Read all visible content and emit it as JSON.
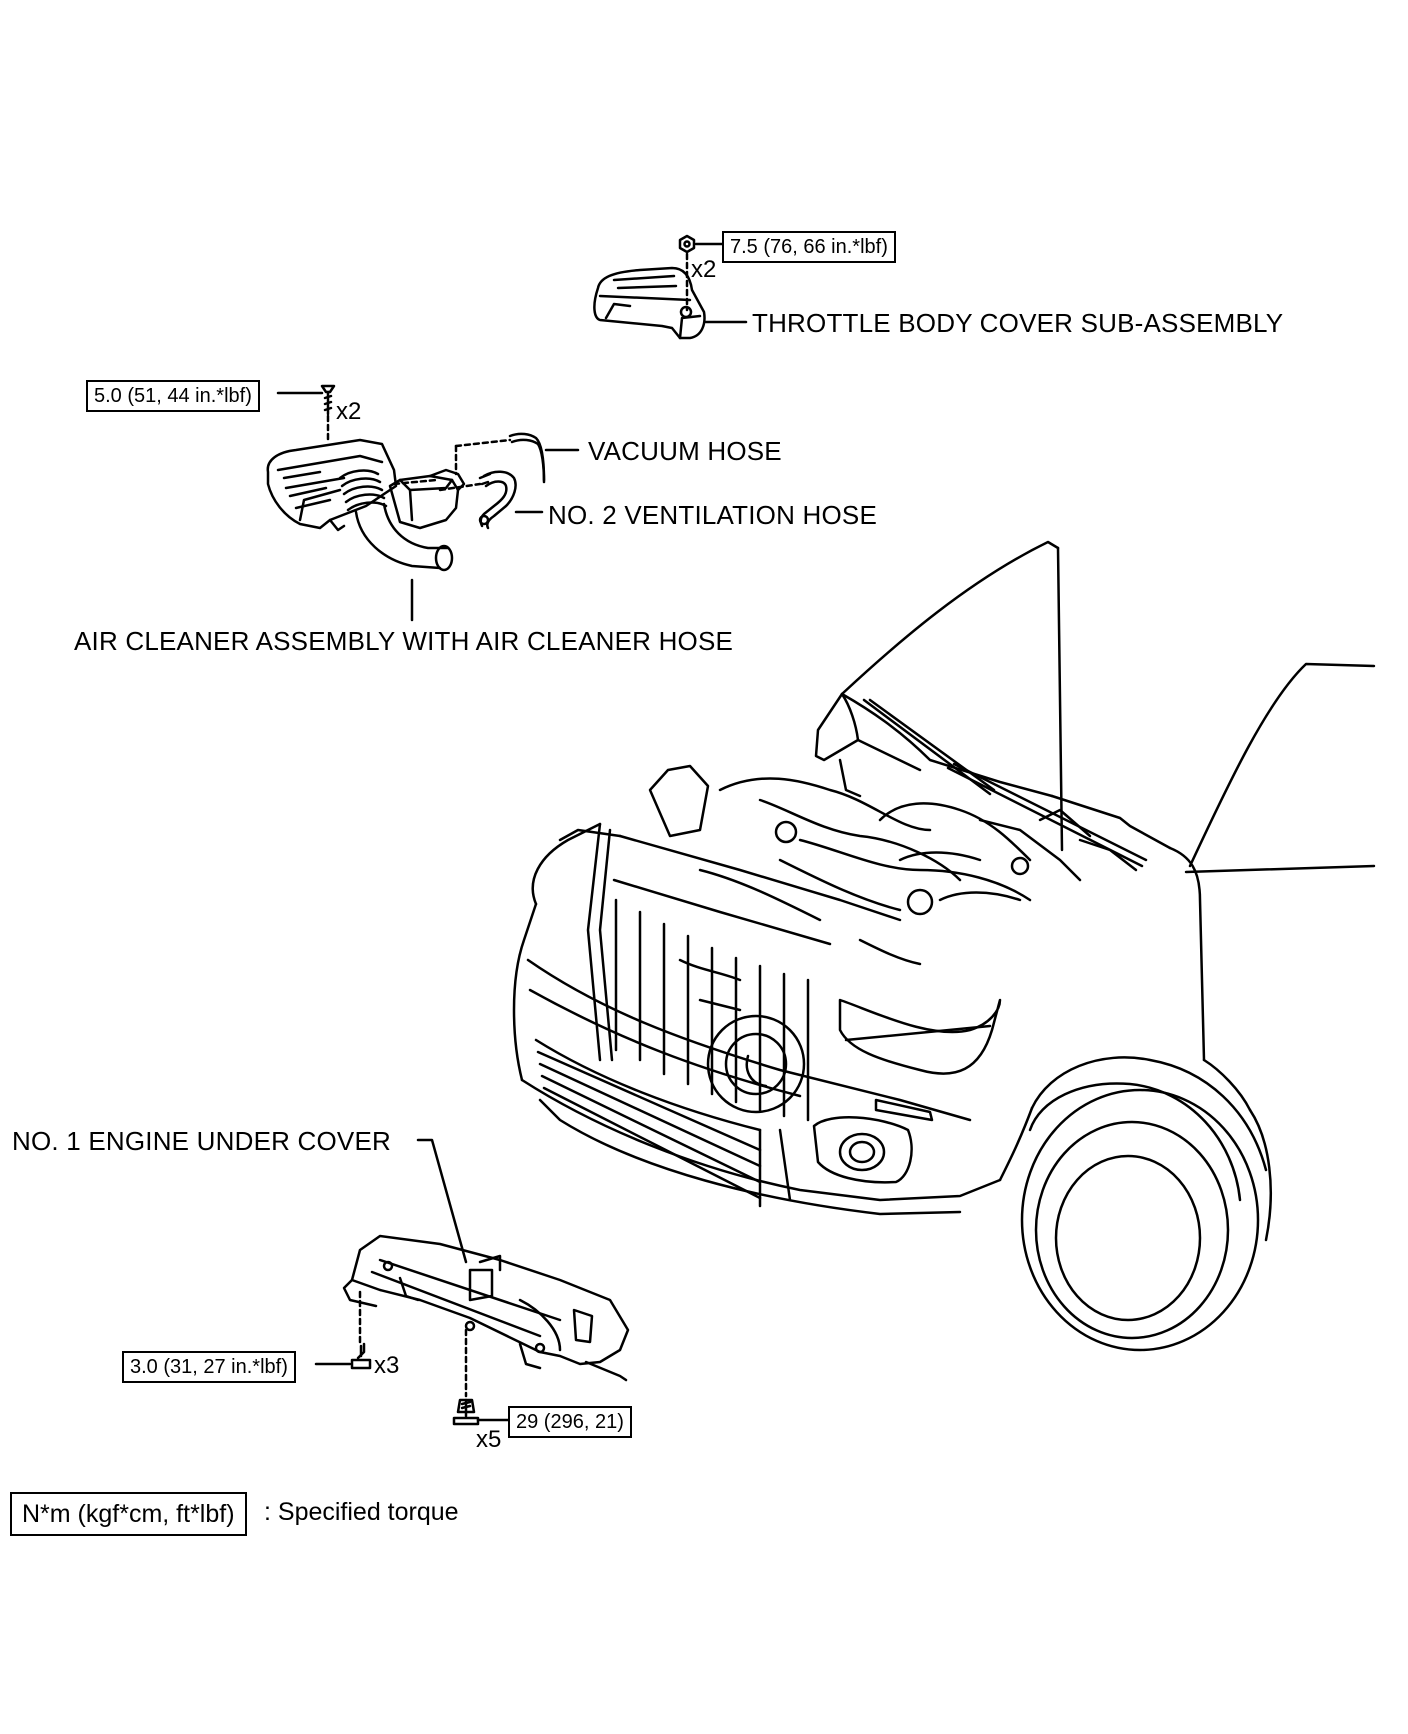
{
  "labels": {
    "throttle_cover": "THROTTLE BODY COVER SUB-ASSEMBLY",
    "vacuum_hose": "VACUUM HOSE",
    "ventilation_hose": "NO. 2 VENTILATION HOSE",
    "air_cleaner": "AIR CLEANER ASSEMBLY WITH AIR CLEANER HOSE",
    "under_cover": "NO. 1 ENGINE UNDER COVER"
  },
  "torques": {
    "throttle_nut": "7.5 (76, 66 in.*lbf)",
    "air_cleaner_bolt": "5.0 (51, 44 in.*lbf)",
    "under_cover_screw": "3.0 (31, 27 in.*lbf)",
    "under_cover_bolt": "29 (296, 21)"
  },
  "quantities": {
    "throttle_nut": "x2",
    "air_cleaner_bolt": "x2",
    "under_cover_screw": "x3",
    "under_cover_bolt": "x5"
  },
  "legend": {
    "unit_box": "N*m (kgf*cm, ft*lbf)",
    "text": ": Specified torque"
  }
}
